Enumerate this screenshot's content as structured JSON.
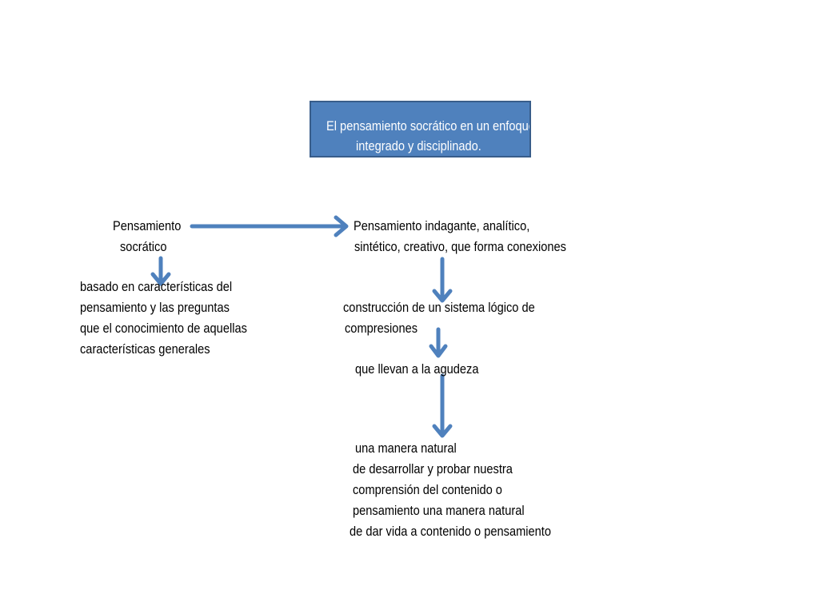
{
  "title_box": {
    "line1": "El pensamiento socrático en un enfoque",
    "line2": "integrado y disciplinado."
  },
  "left": {
    "heading_line1": "Pensamiento",
    "heading_line2": "socrático",
    "desc_lines": [
      "basado en características del",
      "pensamiento y las preguntas",
      "que el conocimiento de aquellas",
      "características generales"
    ]
  },
  "right": {
    "heading_line1": "Pensamiento indagante, analítico,",
    "heading_line2": "sintético, creativo, que forma conexiones",
    "construction_line1": "construcción de un sistema lógico de",
    "construction_line2": "compresiones",
    "agudeza": "que llevan a la agudeza",
    "final_lines": [
      "una manera natural",
      "de desarrollar y probar nuestra",
      "comprensión del contenido o",
      "pensamiento una manera natural",
      "de dar vida a contenido o pensamiento"
    ]
  },
  "colors": {
    "box_fill": "#4f81bd",
    "box_border": "#385d8a",
    "arrow": "#4f81bd"
  }
}
